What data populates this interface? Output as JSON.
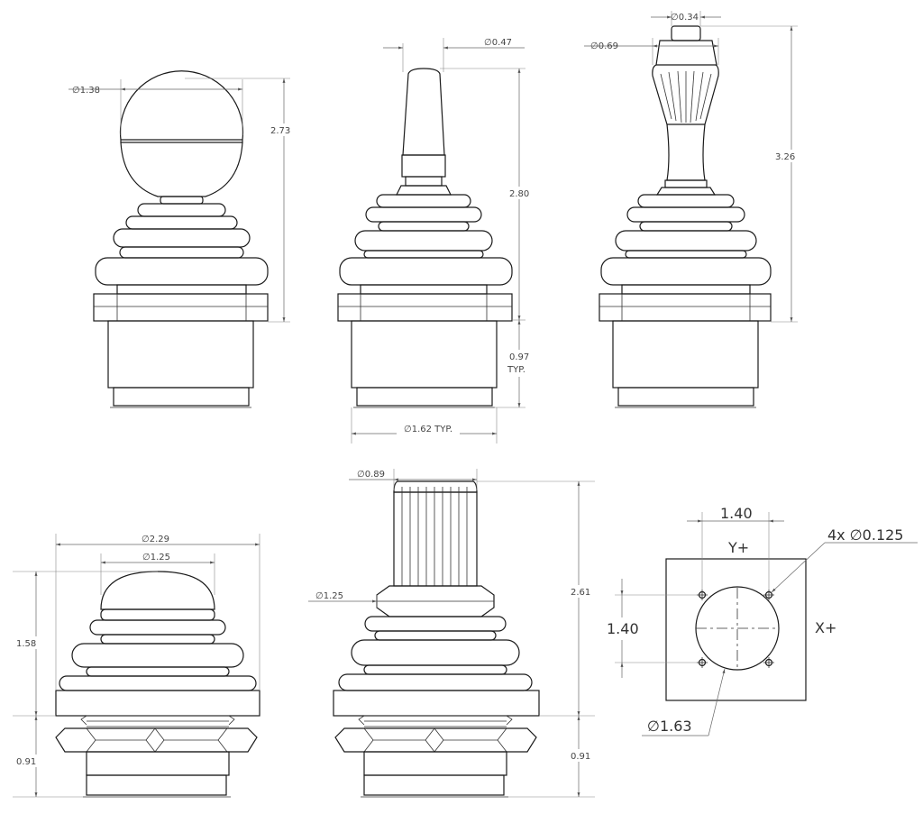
{
  "views": {
    "ball_handle": {
      "dia_top": "∅1.38",
      "height": "2.73"
    },
    "stick_handle": {
      "dia_top": "∅0.47",
      "height": "2.80",
      "body_h_1": "0.97",
      "body_h_2": "TYP.",
      "dia_body": "∅1.62 TYP."
    },
    "grip_handle": {
      "dia_tip": "∅0.34",
      "dia_grip": "∅0.69",
      "height": "3.26"
    },
    "dome_handle": {
      "dia_flange": "∅2.29",
      "dia_knob": "∅1.25",
      "height_upper": "1.58",
      "height_lower": "0.91"
    },
    "spline_handle": {
      "dia_spline": "∅0.89",
      "dia_collar": "∅1.25",
      "height_upper": "2.61",
      "height_lower": "0.91"
    },
    "panel_cutout": {
      "spacing_x": "1.40",
      "spacing_y": "1.40",
      "axis_y": "Y+",
      "axis_x": "X+",
      "holes": "4x ∅0.125",
      "center_dia": "∅1.63"
    }
  }
}
